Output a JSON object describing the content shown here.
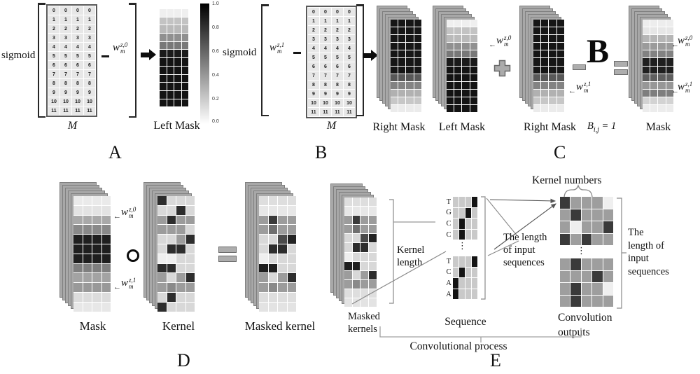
{
  "figure": {
    "bg": "#ffffff"
  },
  "symbols": {
    "arrow_left": "←",
    "dots": "⋮",
    "w0": {
      "base": "w",
      "sup": "z,0",
      "sub": "m"
    },
    "w1": {
      "base": "w",
      "sup": "z,1",
      "sub": "m"
    }
  },
  "panelA": {
    "sigmoid_label": "sigmoid",
    "matrix": {
      "cols": 4,
      "values": [
        "0",
        "1",
        "2",
        "3",
        "4",
        "5",
        "6",
        "7",
        "8",
        "9",
        "10",
        "11"
      ]
    },
    "matrix_label": "M",
    "mask": {
      "cols": 4,
      "rows": [
        "#efefef",
        "#c3c3c3",
        "#bababa",
        "#909090",
        "#787878",
        "#1a1a1a",
        "#131313",
        "#131313",
        "#131313",
        "#131313",
        "#131313",
        "#131313"
      ]
    },
    "mask_label": "Left Mask",
    "colorbar": {
      "ticks": [
        "1.0",
        "0.8",
        "0.6",
        "0.4",
        "0.2",
        "0.0"
      ],
      "top_color": "#000000",
      "bottom_color": "#ffffff"
    },
    "label": "A"
  },
  "panelB": {
    "sigmoid_label": "sigmoid",
    "matrix": {
      "cols": 4,
      "values": [
        "0",
        "1",
        "2",
        "3",
        "4",
        "5",
        "6",
        "7",
        "8",
        "9",
        "10",
        "11"
      ]
    },
    "matrix_label": "M",
    "right_mask": {
      "cols": 4,
      "rows": [
        "#161616",
        "#161616",
        "#161616",
        "#161616",
        "#161616",
        "#161616",
        "#161616",
        "#585858",
        "#838383",
        "#b1b1b1",
        "#c7c7c7",
        "#ebebeb"
      ]
    },
    "right_mask_label": "Right Mask",
    "label": "B"
  },
  "panelC": {
    "left_mask": {
      "cols": 4,
      "rows": [
        "#efefef",
        "#c3c3c3",
        "#bababa",
        "#909090",
        "#787878",
        "#1a1a1a",
        "#131313",
        "#131313",
        "#131313",
        "#131313",
        "#131313",
        "#131313"
      ]
    },
    "left_mask_label": "Left Mask",
    "right_mask": {
      "cols": 4,
      "rows": [
        "#161616",
        "#161616",
        "#161616",
        "#161616",
        "#161616",
        "#161616",
        "#161616",
        "#585858",
        "#838383",
        "#b1b1b1",
        "#c7c7c7",
        "#ebebeb"
      ]
    },
    "right_mask_label": "Right Mask",
    "b_label": "B",
    "b_cond": {
      "base": "B",
      "sub": "i,j",
      "rhs": "= 1"
    },
    "mask": {
      "cols": 4,
      "rows": [
        "#ededed",
        "#e6e6e6",
        "#b6b6b6",
        "#9b9b9b",
        "#828282",
        "#1f1f1f",
        "#1f1f1f",
        "#5f5f5f",
        "#979797",
        "#7e7e7e",
        "#d3d3d3",
        "#ececec"
      ]
    },
    "mask_label": "Mask",
    "label": "C"
  },
  "panelD": {
    "mask": {
      "cols": 4,
      "rows": [
        "#eaeaea",
        "#e3e3e3",
        "#a9a9a9",
        "#898989",
        "#1f1f1f",
        "#1f1f1f",
        "#1f1f1f",
        "#7f7f7f",
        "#a3a3a3",
        "#999999",
        "#dcdcdc",
        "#e7e7e7"
      ]
    },
    "mask_label": "Mask",
    "kernel": {
      "cols": 4,
      "rows": [
        [
          "#2d2d2d",
          "#d8d8d8",
          "#d8d8d8",
          "#d8d8d8"
        ],
        [
          "#d8d8d8",
          "#d8d8d8",
          "#2d2d2d",
          "#d8d8d8"
        ],
        [
          "#9c9c9c",
          "#2d2d2d",
          "#9c9c9c",
          "#9c9c9c"
        ],
        [
          "#9c9c9c",
          "#9c9c9c",
          "#9c9c9c",
          "#d8d8d8"
        ],
        [
          "#d8d8d8",
          "#d8d8d8",
          "#9c9c9c",
          "#2d2d2d"
        ],
        [
          "#d8d8d8",
          "#2d2d2d",
          "#2d2d2d",
          "#d8d8d8"
        ],
        [
          "#efefef",
          "#efefef",
          "#d8d8d8",
          "#d8d8d8"
        ],
        [
          "#2d2d2d",
          "#2d2d2d",
          "#d8d8d8",
          "#d8d8d8"
        ],
        [
          "#9c9c9c",
          "#d8d8d8",
          "#9c9c9c",
          "#2d2d2d"
        ],
        [
          "#9c9c9c",
          "#8a8a8a",
          "#9c9c9c",
          "#9c9c9c"
        ],
        [
          "#d8d8d8",
          "#2d2d2d",
          "#d8d8d8",
          "#d8d8d8"
        ],
        [
          "#2d2d2d",
          "#d8d8d8",
          "#d8d8d8",
          "#d8d8d8"
        ]
      ]
    },
    "kernel_label": "Kernel",
    "masked_kernel": {
      "cols": 4,
      "rows": [
        [
          "#dedede",
          "#dedede",
          "#dedede",
          "#dedede"
        ],
        [
          "#e7e7e7",
          "#e7e7e7",
          "#e7e7e7",
          "#e7e7e7"
        ],
        [
          "#9c9c9c",
          "#3a3a3a",
          "#9c9c9c",
          "#9c9c9c"
        ],
        [
          "#9c9c9c",
          "#6f6f6f",
          "#9c9c9c",
          "#9c9c9c"
        ],
        [
          "#d8d8d8",
          "#d8d8d8",
          "#4a4a4a",
          "#232323"
        ],
        [
          "#d8d8d8",
          "#2d2d2d",
          "#2d2d2d",
          "#d8d8d8"
        ],
        [
          "#efefef",
          "#d8d8d8",
          "#d8d8d8",
          "#d8d8d8"
        ],
        [
          "#1f1f1f",
          "#1f1f1f",
          "#d8d8d8",
          "#d8d8d8"
        ],
        [
          "#9c9c9c",
          "#d8d8d8",
          "#9c9c9c",
          "#2d2d2d"
        ],
        [
          "#9c9c9c",
          "#8a8a8a",
          "#9c9c9c",
          "#9c9c9c"
        ],
        [
          "#dedede",
          "#dedede",
          "#dedede",
          "#dedede"
        ],
        [
          "#e3e3e3",
          "#e3e3e3",
          "#e3e3e3",
          "#e3e3e3"
        ]
      ]
    },
    "masked_kernel_label": "Masked kernel",
    "label": "D"
  },
  "panelE": {
    "masked_kernels": {
      "cols": 4,
      "rows": [
        [
          "#dedede",
          "#dedede",
          "#dedede",
          "#dedede"
        ],
        [
          "#e7e7e7",
          "#e7e7e7",
          "#e7e7e7",
          "#e7e7e7"
        ],
        [
          "#9c9c9c",
          "#3a3a3a",
          "#9c9c9c",
          "#9c9c9c"
        ],
        [
          "#9c9c9c",
          "#6f6f6f",
          "#9c9c9c",
          "#9c9c9c"
        ],
        [
          "#d8d8d8",
          "#d8d8d8",
          "#4a4a4a",
          "#232323"
        ],
        [
          "#d8d8d8",
          "#2d2d2d",
          "#2d2d2d",
          "#d8d8d8"
        ],
        [
          "#efefef",
          "#d8d8d8",
          "#d8d8d8",
          "#d8d8d8"
        ],
        [
          "#1f1f1f",
          "#1f1f1f",
          "#d8d8d8",
          "#d8d8d8"
        ],
        [
          "#9c9c9c",
          "#d8d8d8",
          "#9c9c9c",
          "#2d2d2d"
        ],
        [
          "#9c9c9c",
          "#8a8a8a",
          "#9c9c9c",
          "#9c9c9c"
        ],
        [
          "#dedede",
          "#dedede",
          "#dedede",
          "#dedede"
        ],
        [
          "#e3e3e3",
          "#e3e3e3",
          "#e3e3e3",
          "#e3e3e3"
        ]
      ]
    },
    "masked_kernels_label": [
      "Masked",
      "kernels"
    ],
    "kernel_length_label": [
      "Kernel",
      "length"
    ],
    "seq_top": {
      "cols": 4,
      "letters": [
        "T",
        "G",
        "C",
        "C"
      ],
      "hot": [
        3,
        2,
        1,
        1
      ],
      "on": "#141414",
      "off": "#c9c9c9"
    },
    "seq_bottom": {
      "cols": 4,
      "letters": [
        "T",
        "C",
        "A",
        "A"
      ],
      "hot": [
        3,
        1,
        0,
        0
      ],
      "on": "#141414",
      "off": "#c9c9c9"
    },
    "sequence_label": "Sequence",
    "input_length_label": [
      "The length",
      "of input",
      "sequences"
    ],
    "kernel_numbers_label": "Kernel numbers",
    "conv_top": {
      "cols": 5,
      "rows": [
        [
          "#3a3a3a",
          "#9e9e9e",
          "#9e9e9e",
          "#9e9e9e",
          "#efefef"
        ],
        [
          "#9e9e9e",
          "#3a3a3a",
          "#9e9e9e",
          "#9e9e9e",
          "#9e9e9e"
        ],
        [
          "#9e9e9e",
          "#efefef",
          "#9e9e9e",
          "#9e9e9e",
          "#3a3a3a"
        ],
        [
          "#3a3a3a",
          "#9e9e9e",
          "#3a3a3a",
          "#9e9e9e",
          "#9e9e9e"
        ]
      ]
    },
    "conv_bottom": {
      "cols": 5,
      "rows": [
        [
          "#9e9e9e",
          "#3a3a3a",
          "#9e9e9e",
          "#9e9e9e",
          "#9e9e9e"
        ],
        [
          "#9e9e9e",
          "#9e9e9e",
          "#9e9e9e",
          "#3a3a3a",
          "#9e9e9e"
        ],
        [
          "#9e9e9e",
          "#3a3a3a",
          "#9e9e9e",
          "#9e9e9e",
          "#efefef"
        ],
        [
          "#9e9e9e",
          "#3a3a3a",
          "#9e9e9e",
          "#9e9e9e",
          "#9e9e9e"
        ]
      ]
    },
    "output_length_label": [
      "The",
      "length of",
      "input",
      "sequences"
    ],
    "conv_outputs_label": [
      "Convolution",
      "outputs"
    ],
    "process_label": "Convolutional process",
    "label": "E"
  }
}
